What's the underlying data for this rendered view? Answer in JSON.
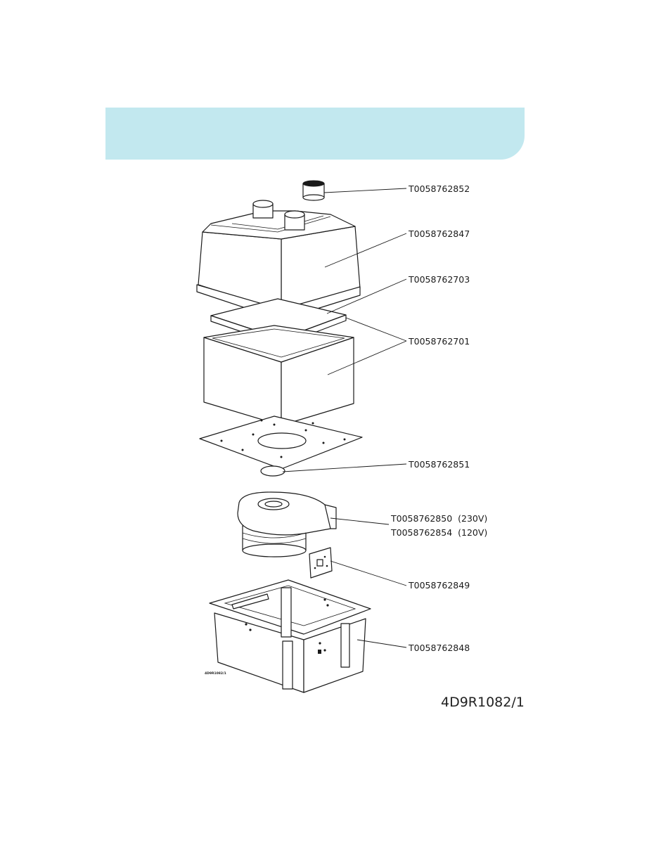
{
  "header_band": {
    "color": "#c2e8ef"
  },
  "diagram": {
    "reference_code": "4D9R1082/1",
    "small_code": "4D9R1082/1",
    "labels": {
      "top_cap": "T0058762852",
      "cover": "T0058762847",
      "filter_pad": "T0058762703",
      "insulation": "T0058762701",
      "base_gasket": "T0058762851",
      "fan_230": "T0058762850  (230V)",
      "fan_120": "T0058762854  (120V)",
      "circuit_board": "T0058762849",
      "base_tray": "T0058762848"
    }
  }
}
